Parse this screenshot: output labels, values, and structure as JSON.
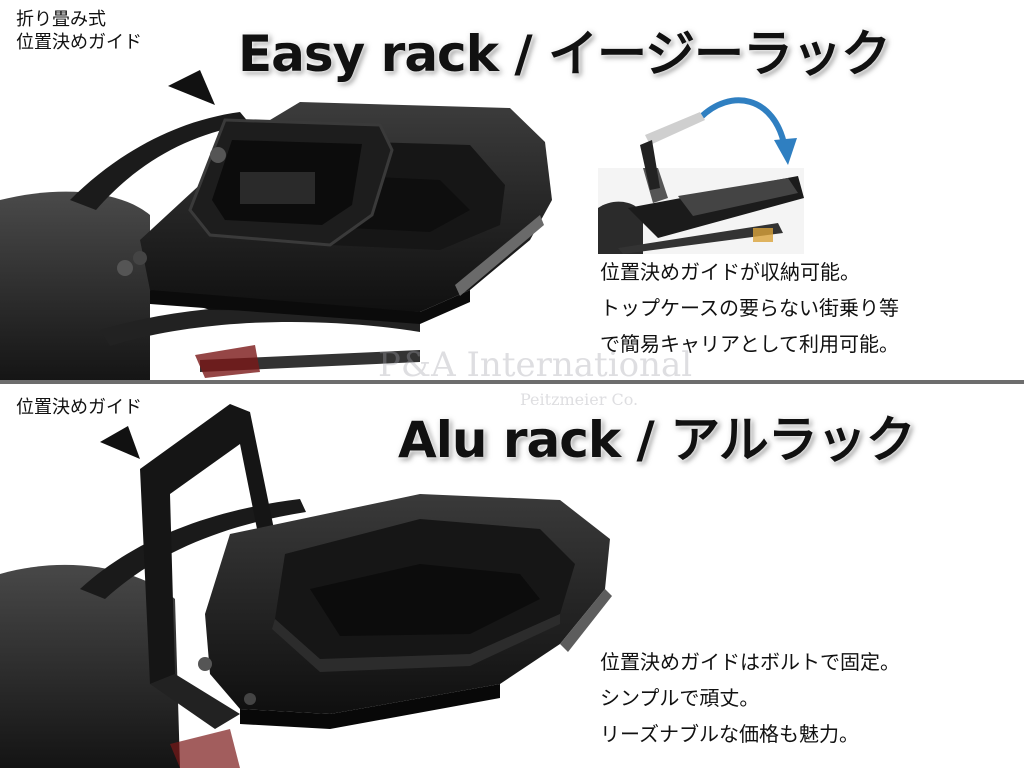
{
  "top_panel": {
    "title": "Easy rack / イージーラック",
    "guide_label_line1": "折り畳み式",
    "guide_label_line2": "位置決めガイド",
    "description": [
      "位置決めガイドが収納可能。",
      "トップケースの要らない街乗り等",
      "で簡易キャリアとして利用可能。"
    ]
  },
  "bottom_panel": {
    "title": "Alu rack / アルラック",
    "guide_label": "位置決めガイド",
    "description": [
      "位置決めガイドはボルトで固定。",
      "シンプルで頑丈。",
      "リーズナブルな価格も魅力。"
    ]
  },
  "watermark": {
    "line1": "P&A International",
    "line2": "Peitzmeier Co."
  },
  "colors": {
    "rack": "#1a1a1a",
    "seat": "#2a2a2a",
    "arrow": "#2f7fc1",
    "divider": "#6d6d6d"
  }
}
